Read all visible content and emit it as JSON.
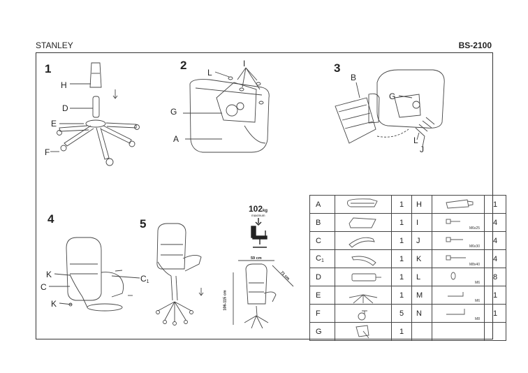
{
  "header": {
    "brand": "STANLEY",
    "model": "BS-2100"
  },
  "steps": [
    "1",
    "2",
    "3",
    "4",
    "5"
  ],
  "step1": {
    "labels": [
      "H",
      "D",
      "E",
      "F"
    ]
  },
  "step2": {
    "labels": [
      "L",
      "I",
      "G",
      "A"
    ]
  },
  "step3": {
    "labels": [
      "B",
      "G",
      "L",
      "J"
    ]
  },
  "step4": {
    "labels": [
      "K",
      "C",
      "K",
      "C"
    ],
    "c1_sub": "1"
  },
  "capacity": {
    "value": "102",
    "unit": "kg",
    "note": "maximum"
  },
  "dimensions": {
    "width": "59 cm",
    "depth": "71 cm",
    "height": "106-115 cm"
  },
  "parts": [
    {
      "left": {
        "code": "A",
        "qty": "1",
        "size": ""
      },
      "right": {
        "code": "H",
        "qty": "1",
        "size": ""
      }
    },
    {
      "left": {
        "code": "B",
        "qty": "1",
        "size": ""
      },
      "right": {
        "code": "I",
        "qty": "4",
        "size": "M6x25"
      }
    },
    {
      "left": {
        "code": "C",
        "qty": "1",
        "size": ""
      },
      "right": {
        "code": "J",
        "qty": "4",
        "size": "M6x30"
      }
    },
    {
      "left": {
        "code": "C",
        "sub": "1",
        "qty": "1",
        "size": ""
      },
      "right": {
        "code": "K",
        "qty": "4",
        "size": "M8x40"
      }
    },
    {
      "left": {
        "code": "D",
        "qty": "1",
        "size": ""
      },
      "right": {
        "code": "L",
        "qty": "8",
        "size": "M6"
      }
    },
    {
      "left": {
        "code": "E",
        "qty": "1",
        "size": ""
      },
      "right": {
        "code": "M",
        "qty": "1",
        "size": "M6"
      }
    },
    {
      "left": {
        "code": "F",
        "qty": "5",
        "size": ""
      },
      "right": {
        "code": "N",
        "qty": "1",
        "size": "M8"
      }
    },
    {
      "left": {
        "code": "G",
        "qty": "1",
        "size": ""
      },
      "right": {
        "code": "",
        "qty": "",
        "size": ""
      }
    }
  ],
  "icons": [
    "seat-icon",
    "backrest-icon",
    "armrest-icon",
    "armrest-icon",
    "gas-lift-icon",
    "star-base-icon",
    "caster-icon",
    "mechanism-icon",
    "gas-cylinder-icon",
    "bolt-icon",
    "bolt-icon",
    "bolt-icon",
    "washer-icon",
    "allen-key-icon",
    "allen-key-icon"
  ]
}
